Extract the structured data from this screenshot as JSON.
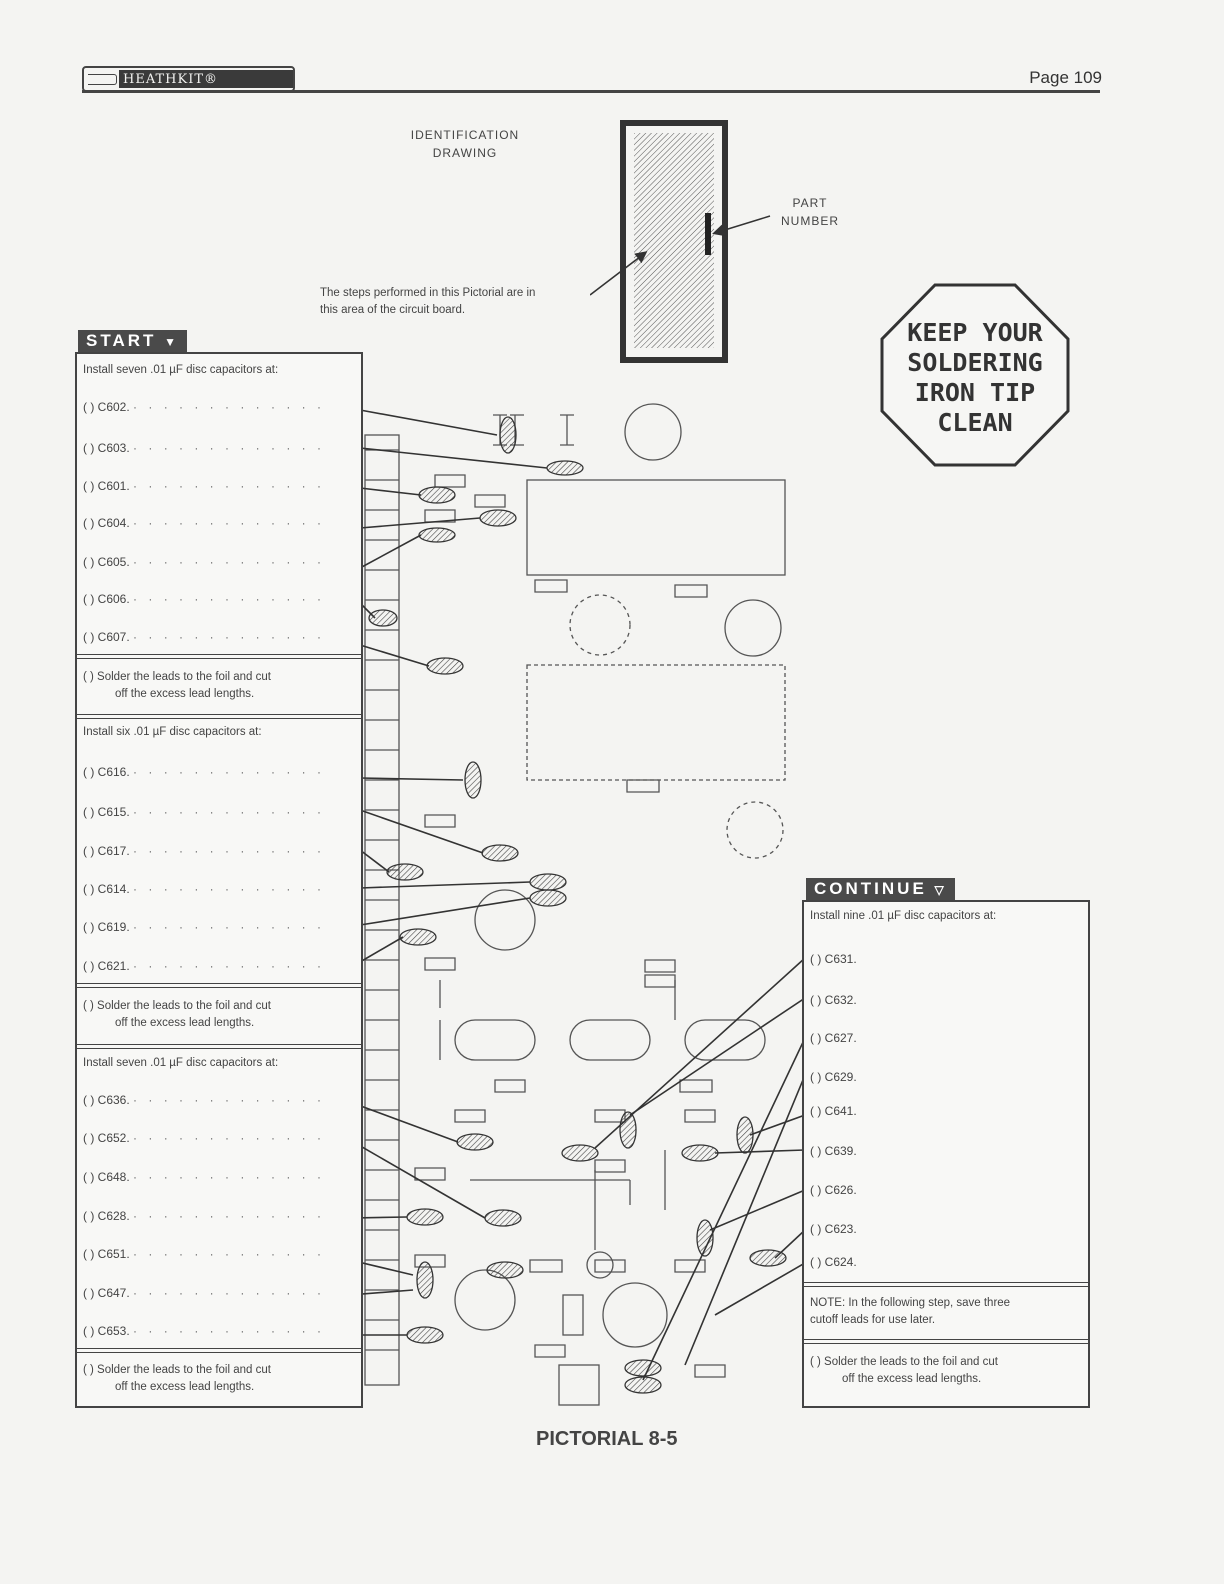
{
  "header": {
    "logo_text": "HEATHKIT®",
    "page_number": "Page 109"
  },
  "identification": {
    "title_line1": "IDENTIFICATION",
    "title_line2": "DRAWING",
    "part_line1": "PART",
    "part_line2": "NUMBER",
    "steps_line1": "The steps performed in this Pictorial are in",
    "steps_line2": "this area of the circuit board."
  },
  "octagon": {
    "line1": "KEEP YOUR",
    "line2": "SOLDERING",
    "line3": "IRON TIP",
    "line4": "CLEAN"
  },
  "start_tag": "START",
  "continue_tag": "CONTINUE",
  "left_panel": {
    "section1": {
      "heading": "Install seven .01 µF disc capacitors at:",
      "items": [
        "( ) C602.",
        "( ) C603.",
        "( ) C601.",
        "( ) C604.",
        "( ) C605.",
        "( ) C606.",
        "( ) C607."
      ],
      "solder_line1": "( ) Solder the leads to the foil and cut",
      "solder_line2": "off the excess lead lengths."
    },
    "section2": {
      "heading": "Install six .01 µF disc capacitors at:",
      "items": [
        "( ) C616.",
        "( ) C615.",
        "( ) C617.",
        "( ) C614.",
        "( ) C619.",
        "( ) C621."
      ],
      "solder_line1": "( ) Solder the leads to the foil and cut",
      "solder_line2": "off the excess lead lengths."
    },
    "section3": {
      "heading": "Install seven .01 µF disc capacitors at:",
      "items": [
        "( ) C636.",
        "( ) C652.",
        "( ) C648.",
        "( ) C628.",
        "( ) C651.",
        "( ) C647.",
        "( ) C653."
      ],
      "solder_line1": "( ) Solder the leads to the foil and cut",
      "solder_line2": "off the excess lead lengths."
    }
  },
  "right_panel": {
    "heading": "Install nine .01 µF disc capacitors at:",
    "items": [
      "( ) C631.",
      "( ) C632.",
      "( ) C627.",
      "( ) C629.",
      "( ) C641.",
      "( ) C639.",
      "( ) C626.",
      "( ) C623.",
      "( ) C624."
    ],
    "note_line1": "NOTE: In the following step, save three",
    "note_line2": "cutoff leads for use later.",
    "solder_line1": "( ) Solder the leads to the foil and cut",
    "solder_line2": "off the excess lead lengths."
  },
  "footer": {
    "pictorial_title": "PICTORIAL 8-5"
  }
}
